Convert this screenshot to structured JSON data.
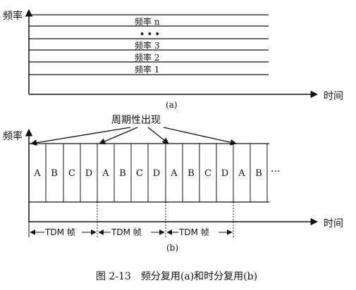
{
  "diagram_a": {
    "y_axis_label": "频率",
    "x_axis_label": "时间",
    "band_labels": [
      "频率 n",
      "• • •",
      "频率 3",
      "频率 2",
      "频率 1"
    ],
    "caption": "(a)"
  },
  "diagram_b": {
    "y_axis_label": "频率",
    "x_axis_label": "时间",
    "annotation": "周期性出现",
    "slots": [
      "A",
      "B",
      "C",
      "D",
      "A",
      "B",
      "C",
      "D",
      "A",
      "B",
      "C",
      "D",
      "A",
      "B"
    ],
    "ellipsis": "···",
    "frame_labels": [
      "TDM 帧",
      "TDM 帧",
      "TDM 帧"
    ],
    "caption": "(b)"
  },
  "figure_caption": "图 2-13　频分复用(a)和时分复用(b)"
}
